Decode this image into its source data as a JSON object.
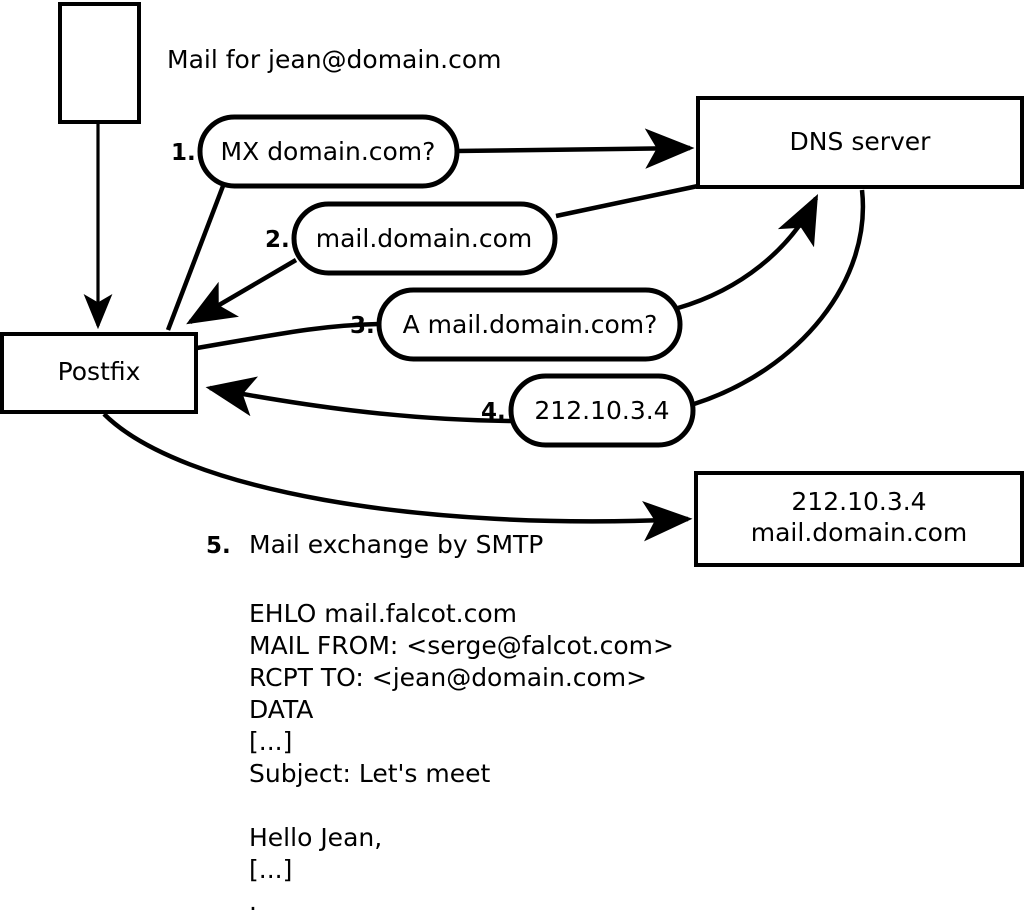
{
  "diagram": {
    "title_note": "Mail for jean@domain.com",
    "nodes": [
      {
        "id": "sender-box",
        "label": ""
      },
      {
        "id": "postfix",
        "label": "Postfix"
      },
      {
        "id": "dns-server",
        "label": "DNS server"
      },
      {
        "id": "target-server",
        "line1": "212.10.3.4",
        "line2": "mail.domain.com"
      }
    ],
    "steps": [
      {
        "num": "1.",
        "label": "MX domain.com?"
      },
      {
        "num": "2.",
        "label": "mail.domain.com"
      },
      {
        "num": "3.",
        "label": "A mail.domain.com?"
      },
      {
        "num": "4.",
        "label": "212.10.3.4"
      },
      {
        "num": "5.",
        "label": "Mail exchange by SMTP"
      }
    ],
    "transcript": [
      "EHLO mail.falcot.com",
      "MAIL FROM: <serge@falcot.com>",
      "RCPT TO: <jean@domain.com>",
      "DATA",
      "[...]",
      "Subject: Let's meet",
      "",
      "Hello Jean,",
      "[...]",
      "."
    ],
    "colors": {
      "stroke": "#000000",
      "fill": "#ffffff",
      "text": "#000000"
    }
  }
}
